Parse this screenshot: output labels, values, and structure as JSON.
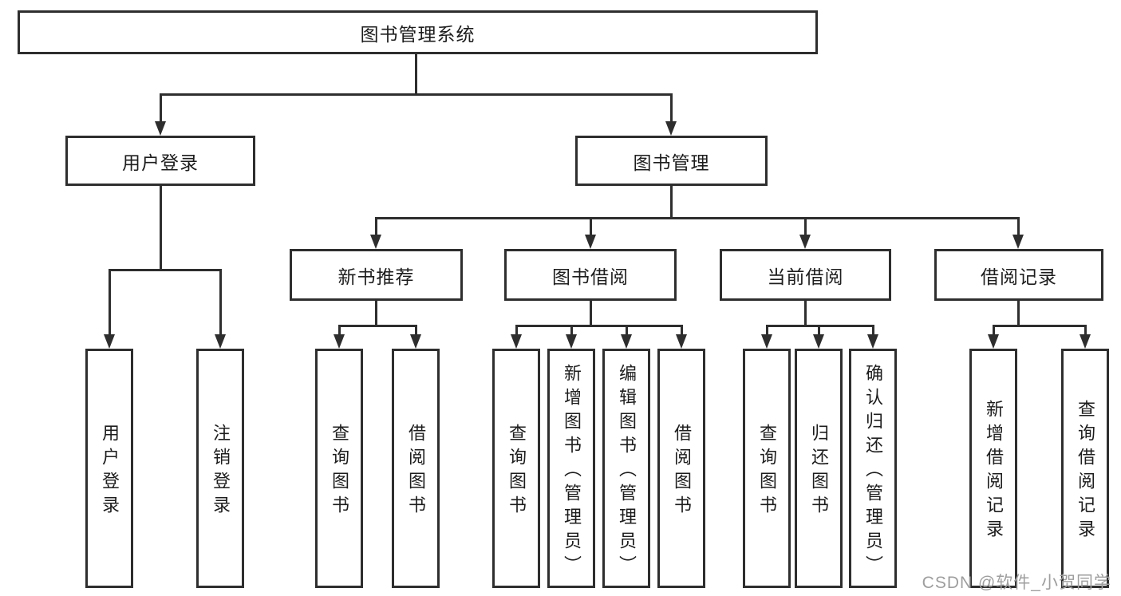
{
  "nodes": {
    "root": "图书管理系统",
    "user_login": "用户登录",
    "book_management": "图书管理",
    "new_book_recommend": "新书推荐",
    "book_borrow": "图书借阅",
    "current_borrow": "当前借阅",
    "borrow_records": "借阅记录"
  },
  "leaves": {
    "user_login": [
      "用户登录",
      "注销登录"
    ],
    "new_book_recommend": [
      "查询图书",
      "借阅图书"
    ],
    "book_borrow": [
      "查询图书",
      "新增图书（管理员）",
      "编辑图书（管理员）",
      "借阅图书"
    ],
    "current_borrow": [
      "查询图书",
      "归还图书",
      "确认归还（管理员）"
    ],
    "borrow_records": [
      "新增借阅记录",
      "查询借阅记录"
    ]
  },
  "watermark": "CSDN @软件_小贺同学",
  "colors": {
    "line": "#2e2e2e",
    "text": "#1d1d1d",
    "watermark": "#9e9e9e",
    "background": "#ffffff"
  }
}
